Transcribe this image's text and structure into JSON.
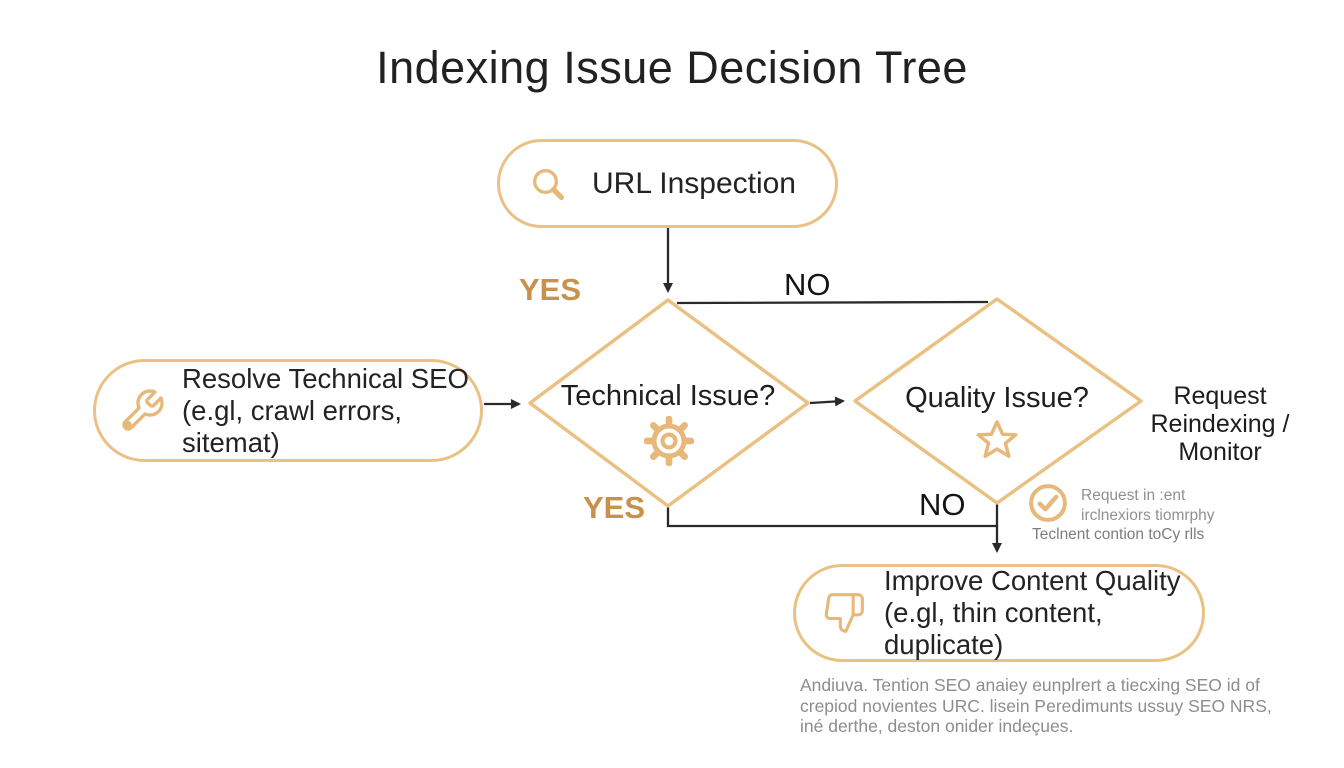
{
  "title": "Indexing Issue Decision Tree",
  "colors": {
    "accent_border": "#EAC183",
    "accent_icon": "#E6B97B",
    "accent_label": "#C8914E",
    "line": "#2a2a2a",
    "text": "#212121",
    "muted": "#8d8d8d"
  },
  "nodes": {
    "url_inspection": {
      "label": "URL Inspection",
      "icon": "search-icon"
    },
    "technical_issue": {
      "label": "Technical Issue?",
      "icon": "gear-icon"
    },
    "quality_issue": {
      "label": "Quality Issue?",
      "icon": "star-icon"
    },
    "resolve_technical": {
      "icon": "wrench-icon",
      "line1": "Resolve Technical SEO",
      "line2": "(e.gl, crawl errors, sitemat)"
    },
    "improve_content": {
      "icon": "thumbs-down-icon",
      "line1": "Improve Content Quality",
      "line2": "(e.gl, thin content, duplicate)"
    },
    "request_reindexing": {
      "line1": "Request",
      "line2": "Reindexing /",
      "line3": "Monitor"
    }
  },
  "edge_labels": {
    "yes_top": "YES",
    "no_top": "NO",
    "yes_bottom": "YES",
    "no_bottom": "NO"
  },
  "annotations": {
    "checkmark_note": {
      "icon": "checkmark-icon",
      "line1": "Request in :ent",
      "line2": "irclnexiors tiomrphy",
      "line3": "Teclnent contion toCy rlls"
    },
    "footer_note": {
      "line1": "Andiuva. Tention SEO anaiey eunplrert a tiecxing SEO id of",
      "line2": "crepiod novientes URC. lisein Peredimunts ussuy SEO NRS,",
      "line3": "iné derthe, deston onider indeçues."
    }
  }
}
